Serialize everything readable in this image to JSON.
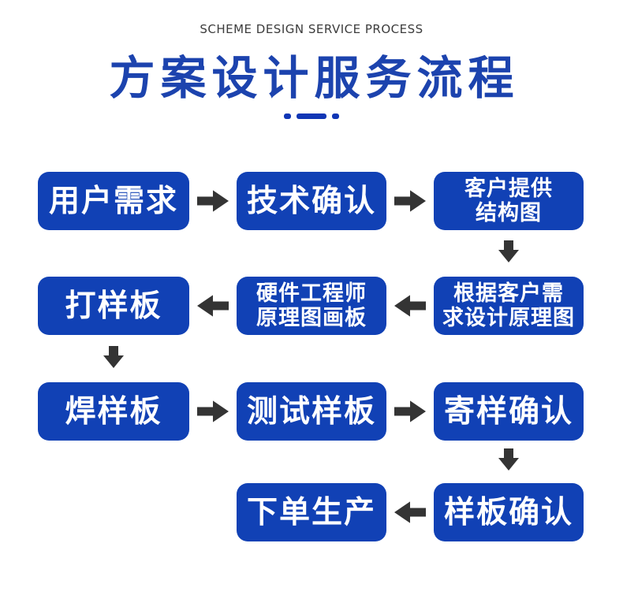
{
  "header": {
    "subtitle_en": "SCHEME DESIGN SERVICE PROCESS",
    "title": "方案设计服务流程"
  },
  "colors": {
    "node_blue": "#1141b5",
    "title_blue": "#1c43ae",
    "arrow_dark": "#343434",
    "node_text": "#ffffff",
    "background": "#ffffff"
  },
  "flow": {
    "nodes": {
      "user_needs": {
        "line1": "用户需求"
      },
      "tech_confirm": {
        "line1": "技术确认"
      },
      "client_structure": {
        "line1": "客户提供",
        "line2": "结构图"
      },
      "design_schematic": {
        "line1": "根据客户需",
        "line2": "求设计原理图"
      },
      "hardware_engineer": {
        "line1": "硬件工程师",
        "line2": "原理图画板"
      },
      "proto_board": {
        "line1": "打样板"
      },
      "solder_board": {
        "line1": "焊样板"
      },
      "test_board": {
        "line1": "测试样板"
      },
      "send_sample": {
        "line1": "寄样确认"
      },
      "sample_confirm": {
        "line1": "样板确认"
      },
      "order_production": {
        "line1": "下单生产"
      }
    },
    "icons": {
      "arrow_right": "arrow-right-icon",
      "arrow_left": "arrow-left-icon",
      "arrow_down": "arrow-down-icon"
    }
  }
}
